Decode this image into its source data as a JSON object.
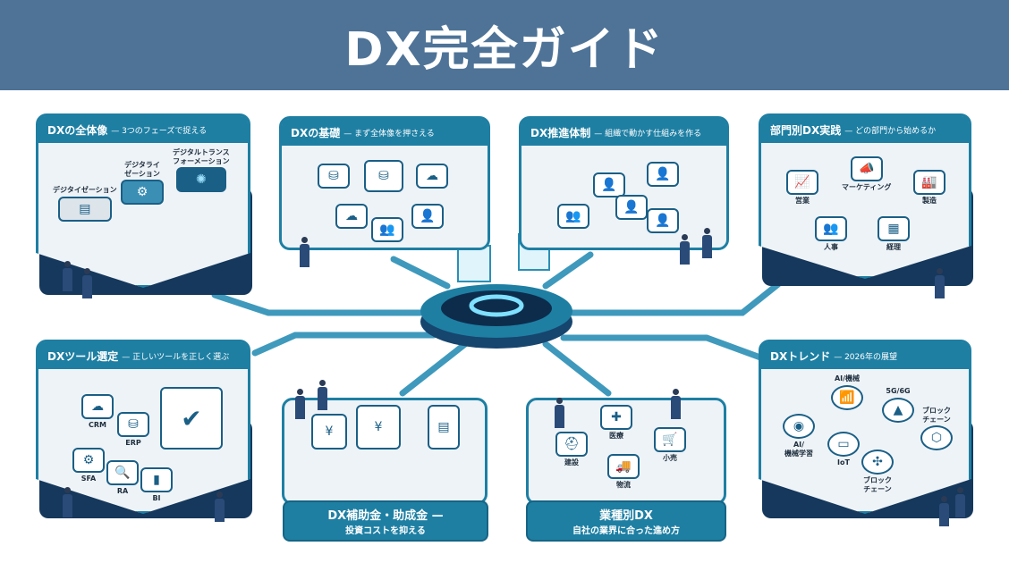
{
  "title": "DX完全ガイド",
  "panels": [
    {
      "title": "DXの全体像",
      "subtitle": "— 3つのフェーズで捉える",
      "items": [
        "デジタイゼーション",
        "デジタライ\nゼーション",
        "デジタルトランス\nフォーメーション"
      ]
    },
    {
      "title": "DXの基礎",
      "subtitle": "— まず全体像を押さえる",
      "items": []
    },
    {
      "title": "DX推進体制",
      "subtitle": "— 組織で動かす仕組みを作る",
      "items": []
    },
    {
      "title": "部門別DX実践",
      "subtitle": "— どの部門から始めるか",
      "items": [
        "営業",
        "マーケティング",
        "製造",
        "人事",
        "経理"
      ]
    },
    {
      "title": "DXツール選定",
      "subtitle": "— 正しいツールを正しく選ぶ",
      "items": [
        "CRM",
        "ERP",
        "SFA",
        "RA",
        "BI"
      ]
    },
    {
      "title": "DX補助金・助成金 —",
      "subtitle": "投資コストを抑える",
      "items": []
    },
    {
      "title": "業種別DX",
      "subtitle": "自社の業界に合った進め方",
      "items": [
        "医療",
        "建設",
        "小売",
        "物流"
      ]
    },
    {
      "title": "DXトレンド",
      "subtitle": "— 2026年の展望",
      "items": [
        "AI/機械",
        "5G/6G",
        "ブロック\nチェーン",
        "AI/\n機械学習",
        "IoT",
        "ブロック\nチェーン"
      ]
    }
  ],
  "colors": {
    "header": "#4e7397",
    "accent": "#1e7fa3",
    "dark": "#15385c"
  }
}
